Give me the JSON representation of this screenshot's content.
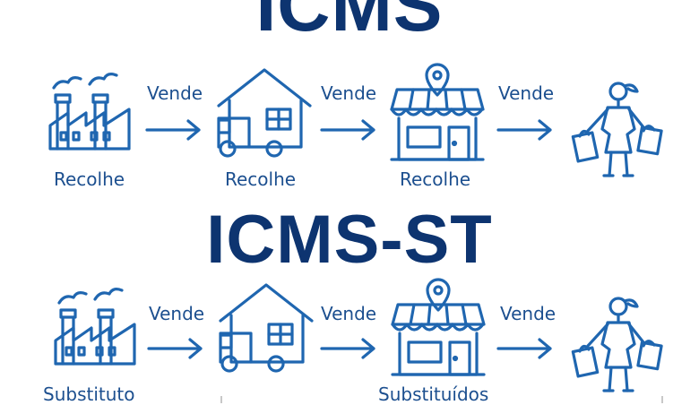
{
  "diagram": {
    "title_top": "ICMS",
    "title_bottom": "ICMS-ST",
    "action_label": "Vende",
    "top_row": {
      "labels": [
        "Recolhe",
        "Recolhe",
        "Recolhe"
      ]
    },
    "bottom_row": {
      "labels": [
        "Substituto",
        "Substituídos"
      ]
    },
    "icons": [
      "factory-icon",
      "truck-house-icon",
      "store-icon",
      "shopper-icon"
    ],
    "colors": {
      "title": "#0d3470",
      "icon": "#1f66b0",
      "text": "#1c4f8f"
    }
  }
}
